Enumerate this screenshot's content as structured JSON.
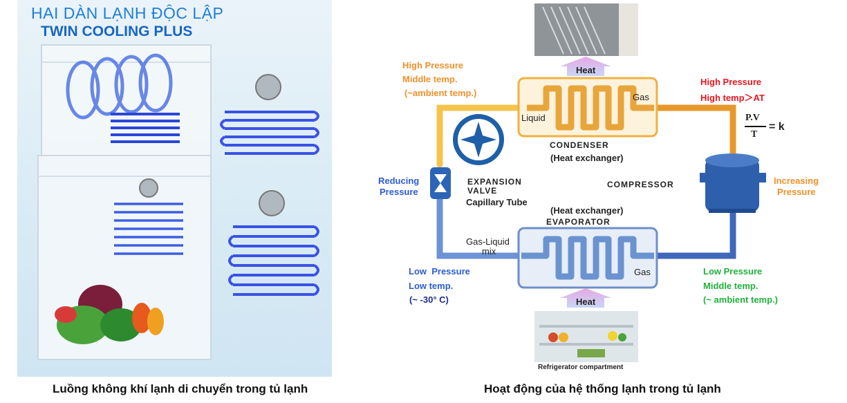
{
  "left": {
    "title_line1": "HAI DÀN LẠNH ĐỘC LẬP",
    "title_line2": "TWIN COOLING PLUS",
    "caption": "Luồng không khí lạnh di chuyển trong tủ lạnh"
  },
  "right": {
    "caption": "Hoạt động của hệ thống lạnh trong tủ lạnh",
    "heat_top": "Heat",
    "heat_bottom": "Heat",
    "condenser": {
      "title": "CONDENSER",
      "subtitle": "(Heat exchanger)",
      "liquid": "Liquid",
      "gas": "Gas"
    },
    "evaporator": {
      "subtitle": "(Heat exchanger)",
      "title": "EVAPORATOR",
      "mix_line1": "Gas-Liquid",
      "mix_line2": "mix",
      "gas": "Gas"
    },
    "compressor": "COMPRESSOR",
    "expansion": {
      "line1": "EXPANSION",
      "line2": "VALVE",
      "line3": "Capillary Tube"
    },
    "top_left": [
      "High Pressure",
      "Middle temp.",
      "(~ambient temp.)"
    ],
    "top_right": [
      "High Pressure",
      "High temp＞AT"
    ],
    "formula": {
      "numerator": "P.V",
      "denominator": "T",
      "rhs": "= k"
    },
    "reducing": [
      "Reducing",
      "Pressure"
    ],
    "increasing": [
      "Increasing",
      "Pressure"
    ],
    "bottom_left": [
      "Low  Pressure",
      "Low temp.",
      "(~ -30° C)"
    ],
    "bottom_right": [
      "Low Pressure",
      "Middle temp.",
      "(~ ambient temp.)"
    ],
    "fridge_label": "Refrigerator compartment",
    "colors": {
      "hot": "#f5c04a",
      "cold": "#4a76c4",
      "orange": "#f0902a",
      "red": "#e8161e",
      "blue": "#2a5bd6",
      "green": "#1fb23a"
    }
  }
}
